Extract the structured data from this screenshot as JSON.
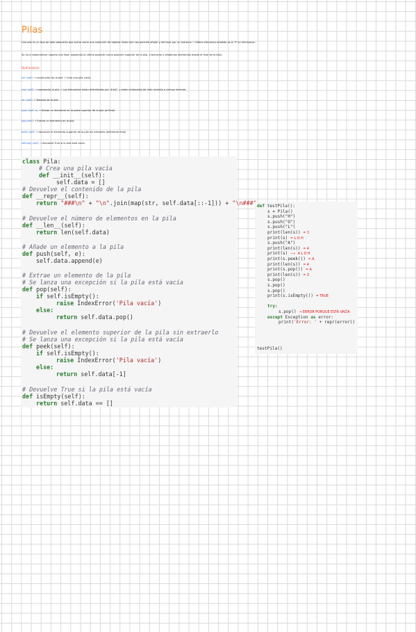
{
  "title": "Pilas",
  "intro": [
    "Una pila es un tipo de dato abstracto que actúa como una colección de objetos lineal que nos permite añadir y eliminar por un extremo → Último elemento añadido es el 1º en eliminarse.",
    "Se va a implementar usando una lista, siguiendo la última posición como posición superior de la pila, a borrarse y añadimos elementos desde el final de la lista."
  ],
  "operations_title": "Operaciones:",
  "operations": [
    {
      "name": "init (self)",
      "desc": " → constructor de la pila → Crea una pila vacía"
    },
    {
      "name": "repr (self)",
      "desc": " → representa la pila → Los elementos están delimitados por '###', y están ordenados de más reciente a menos reciente."
    },
    {
      "name": "len (self)",
      "desc": " → Tamaño de la pila"
    },
    {
      "name": "push (self, e)",
      "desc": " → Añade un elemento en la parte superior de la pila (al final)"
    },
    {
      "name": "pop (self)",
      "desc": " → Extrae un elemento de la pila"
    },
    {
      "name": "peek (self)",
      "desc": " → devuelve el elemento superior de la pila sin extraerlo (elemento final)"
    },
    {
      "name": "isEmpty (self)",
      "desc": " → devuelve True si la pila está vacía."
    }
  ],
  "class_code": {
    "l1": {
      "kw": "class",
      "rest": " Pila:"
    },
    "l2": "# Crea una pila vacía",
    "l3": {
      "kw": "def",
      "rest": " __init__(self):"
    },
    "l4": "self.data = []",
    "l5": "# Devuelve el contenido de la pila",
    "l6": {
      "kw": "def",
      "rest": " __repr__(self):"
    },
    "l7": {
      "kw": "return",
      "s1": " \"###\\n\"",
      "m1": " + ",
      "s2": "\"\\n\"",
      "m2": ".join(map(str, self.data[::-1])) + ",
      "s3": "\"\\n###\""
    },
    "l8": "# Devuelve el número de elementos en la pila",
    "l9": {
      "kw": "def",
      "rest": " __len__(self):"
    },
    "l10": {
      "kw": "return",
      "rest": " len(self.data)"
    },
    "l11": "# Añade un elemento a la pila",
    "l12": {
      "kw": "def",
      "rest": " push(self, e):"
    },
    "l13": "self.data.append(e)",
    "l14": "# Extrae un elemento de la pila",
    "l15": "# Se lanza una excepción si la pila está vacía",
    "l16": {
      "kw": "def",
      "rest": " pop(self):"
    },
    "l17": {
      "kw": "if",
      "rest": " self.isEmpty():"
    },
    "l18": {
      "kw": "raise",
      "rest": " IndexError(",
      "str": "'Pila vacía'",
      "end": ")"
    },
    "l19": {
      "kw": "else:"
    },
    "l20": {
      "kw": "return",
      "rest": " self.data.pop()"
    },
    "l21": "# Devuelve el elemento superior de la pila sin extraerlo",
    "l22": "# Se lanza una excepción si la pila está vacía",
    "l23": {
      "kw": "def",
      "rest": " peek(self):"
    },
    "l24": {
      "kw": "if",
      "rest": " self.isEmpty():"
    },
    "l25": {
      "kw": "raise",
      "rest": " IndexError(",
      "str": "'Pila vacía'",
      "end": ")"
    },
    "l26": {
      "kw": "else:"
    },
    "l27": {
      "kw": "return",
      "rest": " self.data[-1]"
    },
    "l28": "# Devuelve True si la pila está vacía",
    "l29": {
      "kw": "def",
      "rest": " isEmpty(self):"
    },
    "l30": {
      "kw": "return",
      "rest": " self.data == []"
    }
  },
  "test_code": {
    "t1": {
      "kw": "def",
      "rest": " testPila():"
    },
    "t2": "s = Pila()",
    "t3": "s.push(\"H\")",
    "t4": "s.push(\"O\")",
    "t5": "s.push(\"L\")",
    "t6": "print(len(s))",
    "t6n": "= 3",
    "t7": "print(s)",
    "t7n": "= L O H",
    "t8": "s.push(\"A\")",
    "t9": "print(len(s))",
    "t9n": "= 4",
    "t10": "print(s)",
    "t10n": "A L O H",
    "t11": "print(s.peek())",
    "t11n": "= A",
    "t12": "print(len(s))",
    "t12n": "= 4",
    "t13": "print(s.pop())",
    "t13n": "= A",
    "t14": "print(len(s))",
    "t14n": "= 3",
    "t15": "s.pop()",
    "t16": "s.pop()",
    "t17": "s.pop()",
    "t18": "print(s.isEmpty())",
    "t18n": "= TRUE",
    "t19": {
      "kw": "try:"
    },
    "t20": "s.pop()",
    "t20n": "→ ERROR PORQUE ESTÁ VACÍA",
    "t21": {
      "kw": "except",
      "rest": " Exception ",
      "kw2": "as",
      "rest2": " error:"
    },
    "t22": {
      "pre": "print(",
      "str": "'Error: '",
      "post": " + repr(error))"
    },
    "t23": "testPila()"
  },
  "colors": {
    "title": "#f08a2a",
    "op_name": "#2b6ed6",
    "ops_title": "#e8452c",
    "keyword": "#2e7d32",
    "annotation": "#dd1111"
  }
}
